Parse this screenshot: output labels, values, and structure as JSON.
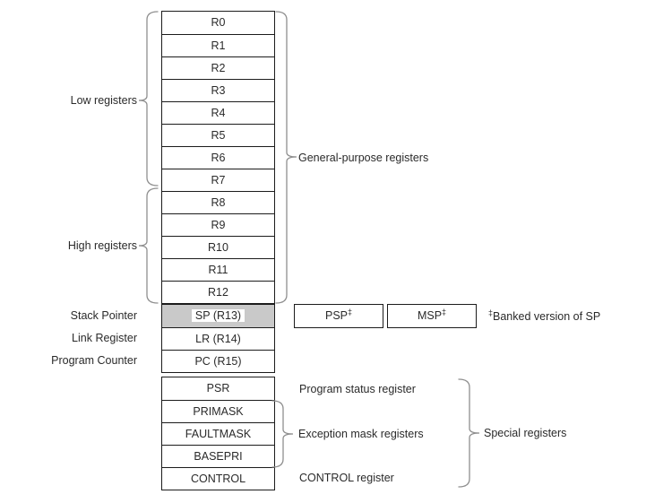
{
  "diagram": {
    "left_labels": {
      "low": "Low registers",
      "high": "High registers",
      "stack_pointer": "Stack Pointer",
      "link_register": "Link Register",
      "program_counter": "Program Counter"
    },
    "general_purpose_registers": [
      "R0",
      "R1",
      "R2",
      "R3",
      "R4",
      "R5",
      "R6",
      "R7",
      "R8",
      "R9",
      "R10",
      "R11",
      "R12"
    ],
    "pointer_registers": [
      "SP (R13)",
      "LR (R14)",
      "PC (R15)"
    ],
    "special_registers": [
      "PSR",
      "PRIMASK",
      "FAULTMASK",
      "BASEPRI",
      "CONTROL"
    ],
    "highlighted_register": "SP (R13)",
    "banked": {
      "psp_label": "PSP",
      "msp_label": "MSP",
      "dagger": "‡",
      "note": "Banked version of SP"
    },
    "annotations": {
      "general_purpose": "General-purpose registers",
      "program_status": "Program status register",
      "exception_mask": "Exception mask registers",
      "control": "CONTROL register",
      "special": "Special registers"
    },
    "colors": {
      "background": "#ffffff",
      "border": "#1c1c1c",
      "sp_row_fill": "#c9c9c9",
      "brace": "#8f8f8f",
      "text": "#2a2a2a"
    }
  }
}
